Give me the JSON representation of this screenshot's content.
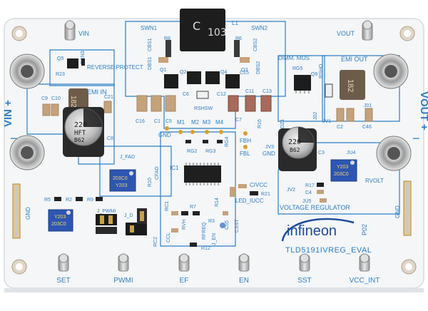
{
  "board": {
    "part_number": "TLD5191IVREG_EVAL",
    "brand": "infineon",
    "revision": "P02",
    "colors": {
      "pcb": "#f4f6f8",
      "silkscreen": "#2f7fc1",
      "pad": "#c9c9c9",
      "component_dark": "#1d1d1d"
    }
  },
  "sections": {
    "reverse_protect": "REVERSE PROTECT",
    "emi_in": "EMI IN",
    "emi_out": "EMI OUT",
    "dimm_mos": "DIMM. MOS",
    "voltage_regulator": "VOLTAGE REGULATOR"
  },
  "terminals": {
    "vin_plus": "VIN +",
    "vin_minus": "−",
    "vout_plus": "VOUT +",
    "vout_minus": "−"
  },
  "testpoints": {
    "vin": "VIN",
    "vout": "VOUT",
    "gnd_center": "GND",
    "gnd_left": "GND",
    "gnd_right": "GND",
    "fbh": "FBH",
    "fbl": "FBL",
    "gnd_fb": "GND",
    "rvolt": "RVOLT",
    "led_iucc": "LED_IUCC",
    "ciucc": "CIVCC"
  },
  "bottom_pins": [
    "SET",
    "PWMI",
    "EF",
    "EN",
    "SST",
    "VCC_INT"
  ],
  "refdes": {
    "swn1": "SWN1",
    "swn2": "SWN2",
    "l1": "L1",
    "r8": "R8",
    "cbs1": "CBS1",
    "r6": "R6",
    "cbs2": "CBS2",
    "dbs1": "DBS1",
    "dbs2": "DBS2",
    "q1": "Q1",
    "q2": "Q2",
    "q3": "Q3",
    "q4": "Q4",
    "c15": "C15",
    "c6": "C6",
    "rshsw": "RSHSW",
    "c12": "C12",
    "c11": "C11",
    "c13": "C13",
    "c16": "C16",
    "c1": "C1",
    "c5": "C5",
    "c7": "C7",
    "m1": "M1",
    "m2": "M2",
    "m3": "M3",
    "m4": "M4",
    "rg2": "RG2",
    "rg3": "RG3",
    "rg4": "RG4",
    "ic1": "IC1",
    "rg5": "RG5",
    "q6": "Q6",
    "rsho": "RSHO",
    "ren3": "REN3",
    "q5": "Q5",
    "r23": "R23",
    "c9": "C9",
    "c10": "C10",
    "c21": "C21",
    "c8": "C8",
    "j_fad": "J_FAD",
    "cfad": "CFAD",
    "r10": "R10",
    "r5": "R5",
    "r2": "R2",
    "r9": "R9",
    "j_pwmi": "J_PWMI",
    "j_d": "J_D",
    "rc1": "RC1",
    "rc2": "RC2",
    "ccl": "CCL",
    "rvh": "RVH",
    "r7": "R7",
    "rfreq": "RFREQ",
    "r3": "R3",
    "j_en": "J_EN",
    "c55": "C55",
    "csst": "CSST",
    "r12": "R12",
    "r21": "R21",
    "r16": "R16",
    "jv3": "JV3",
    "dz1": "DZ1",
    "j02": "J02",
    "jv1": "JV1",
    "j01": "J01",
    "c2": "C2",
    "c46": "C46",
    "ju4": "JU4",
    "c3": "C3",
    "jv2": "JV2",
    "c4": "C4",
    "r17": "R17",
    "ju5": "JU5",
    "r14": "R14"
  },
  "component_markings": {
    "inductor_main": [
      "C",
      "103"
    ],
    "cap_left": [
      "220",
      "HFT",
      "B62"
    ],
    "cap_right": [
      "220",
      "B62"
    ],
    "emi_in_inductor": "182",
    "emi_out_inductor": "182",
    "trimpot_label": [
      "Y203",
      "203C0"
    ]
  }
}
